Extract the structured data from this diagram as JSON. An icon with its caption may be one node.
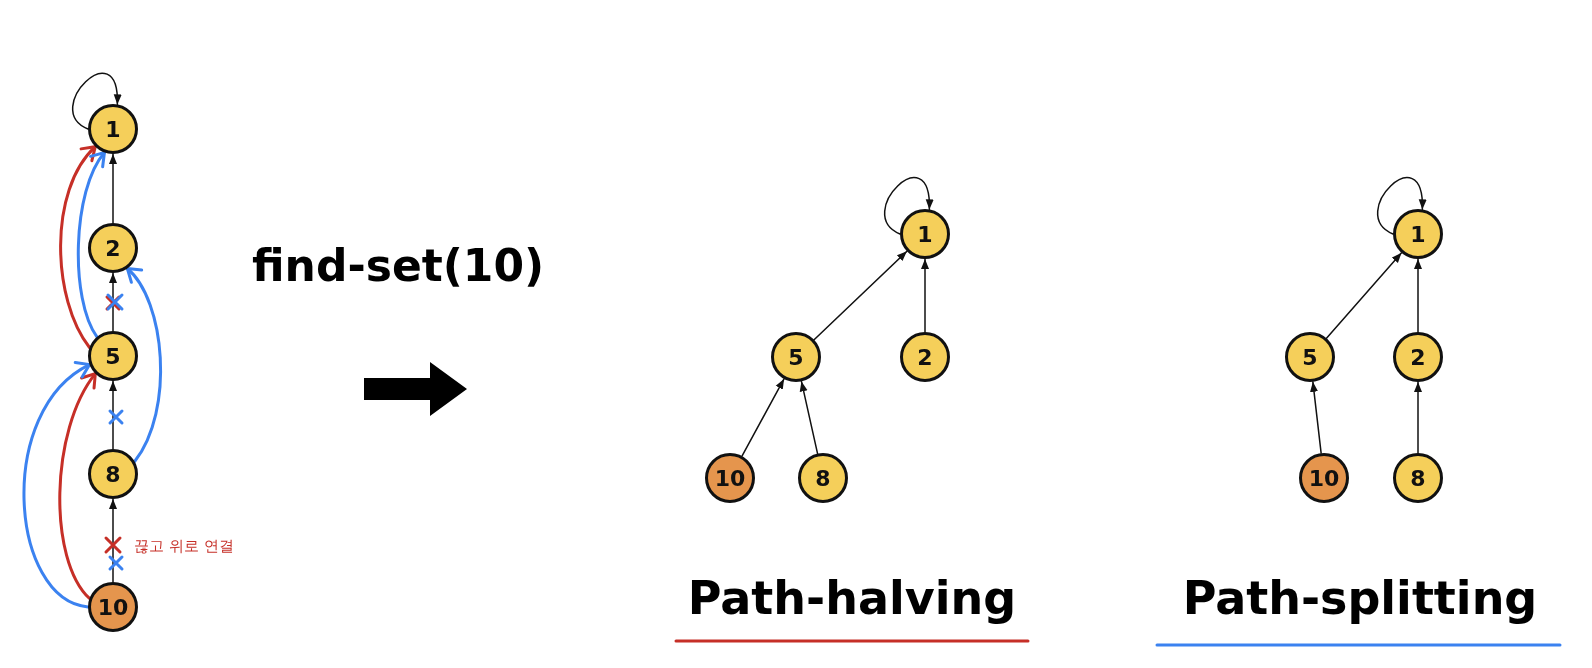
{
  "diagram": {
    "nodes": [
      {
        "text": [
          "1"
        ]
      },
      {
        "text": [
          "2"
        ]
      },
      {
        "text": [
          "5"
        ]
      },
      {
        "text": [
          "8"
        ]
      },
      {
        "text": [
          "10"
        ]
      },
      {
        "text": [
          "1"
        ]
      },
      {
        "text": [
          "5"
        ]
      },
      {
        "text": [
          "2"
        ]
      },
      {
        "text": [
          "10"
        ]
      },
      {
        "text": [
          "8"
        ]
      },
      {
        "text": [
          "1"
        ]
      },
      {
        "text": [
          "5"
        ]
      },
      {
        "text": [
          "2"
        ]
      },
      {
        "text": [
          "10"
        ]
      },
      {
        "text": [
          "8"
        ]
      }
    ],
    "edges": [
      {
        "from": 0,
        "to": 0,
        "arrow": "to"
      },
      {
        "from": 1,
        "to": 0,
        "arrow": "to"
      },
      {
        "from": 2,
        "to": 1,
        "arrow": "to"
      },
      {
        "from": 3,
        "to": 2,
        "arrow": "to"
      },
      {
        "from": 4,
        "to": 3,
        "arrow": "to"
      },
      {
        "from": 2,
        "to": 0,
        "arrow": "to",
        "color": "#c62f27"
      },
      {
        "from": 4,
        "to": 2,
        "arrow": "to",
        "color": "#c62f27"
      },
      {
        "from": 2,
        "to": 0,
        "arrow": "to",
        "color": "#3b82f0"
      },
      {
        "from": 3,
        "to": 1,
        "arrow": "to",
        "color": "#3b82f0"
      },
      {
        "from": 4,
        "to": 2,
        "arrow": "to",
        "color": "#3b82f0"
      },
      {
        "from": 5,
        "to": 5,
        "arrow": "to"
      },
      {
        "from": 6,
        "to": 5,
        "arrow": "to"
      },
      {
        "from": 7,
        "to": 5,
        "arrow": "to"
      },
      {
        "from": 8,
        "to": 6,
        "arrow": "to"
      },
      {
        "from": 9,
        "to": 6,
        "arrow": "to"
      },
      {
        "from": 10,
        "to": 10,
        "arrow": "to"
      },
      {
        "from": 11,
        "to": 10,
        "arrow": "to"
      },
      {
        "from": 12,
        "to": 10,
        "arrow": "to"
      },
      {
        "from": 13,
        "to": 11,
        "arrow": "to"
      },
      {
        "from": 14,
        "to": 12,
        "arrow": "to"
      }
    ],
    "labels": [
      "find-set(10)",
      "끊고 위로 연결",
      "Path-halving",
      "Path-splitting"
    ]
  }
}
